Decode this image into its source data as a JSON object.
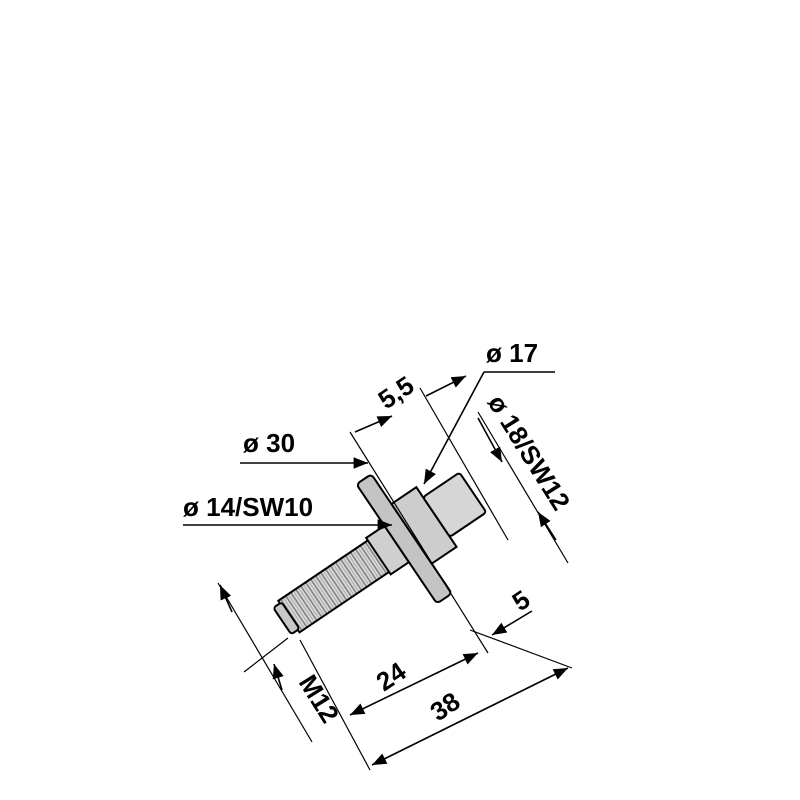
{
  "drawing": {
    "labels": {
      "dia_30": "ø 30",
      "dia_14_sw10": "ø 14/SW10",
      "dia_17": "ø 17",
      "dia_18_sw12": "ø 18/SW12",
      "len_5_5": "5,5",
      "len_5": "5",
      "len_24": "24",
      "len_38": "38",
      "thread_m12": "M12"
    }
  }
}
